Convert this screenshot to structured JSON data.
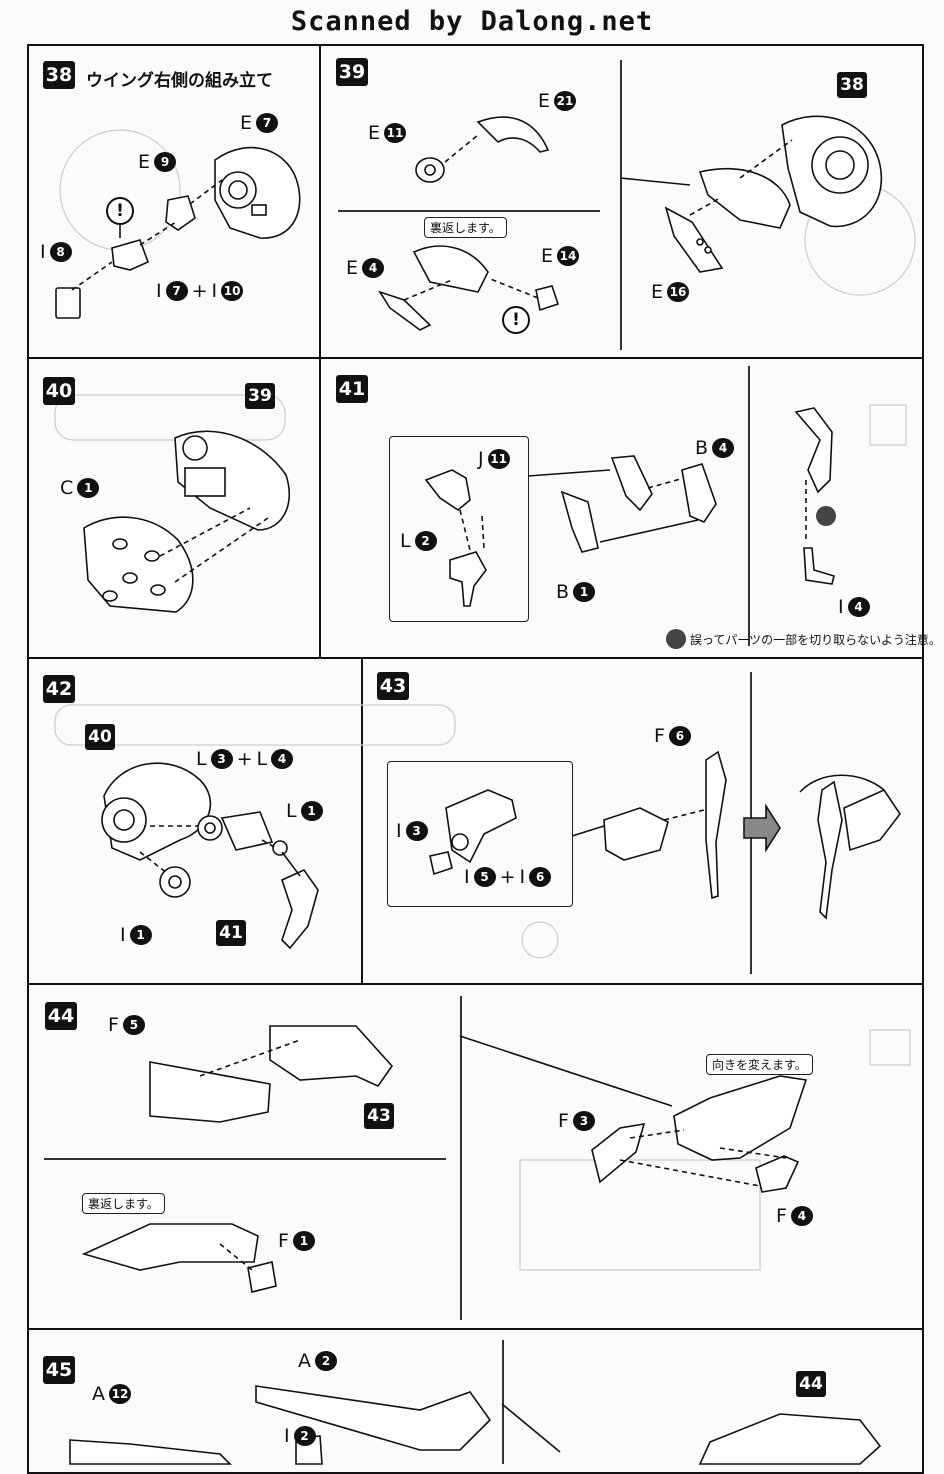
{
  "header": {
    "title": "Scanned by Dalong.net"
  },
  "steps": {
    "s38": {
      "num": "38",
      "title": "ウイング右側の組み立て",
      "labels": {
        "e7": "E",
        "e7n": "7",
        "e9": "E",
        "e9n": "9",
        "i8": "I",
        "i8n": "8",
        "i7": "I",
        "i7n": "7",
        "plus": "+",
        "i10": "I",
        "i10n": "10"
      }
    },
    "s39": {
      "num": "39",
      "ref38": "38",
      "note": "裏返します。",
      "labels": {
        "e11": "E",
        "e11n": "11",
        "e21": "E",
        "e21n": "21",
        "e4": "E",
        "e4n": "4",
        "e14": "E",
        "e14n": "14",
        "e16": "E",
        "e16n": "16"
      }
    },
    "s40": {
      "num": "40",
      "ref39": "39",
      "labels": {
        "c1": "C",
        "c1n": "1"
      }
    },
    "s41": {
      "num": "41",
      "labels": {
        "j11": "J",
        "j11n": "11",
        "l2": "L",
        "l2n": "2",
        "b4": "B",
        "b4n": "4",
        "b1": "B",
        "b1n": "1",
        "i4": "I",
        "i4n": "4"
      },
      "caution": "誤ってパーツの一部を切り取らないよう注意。"
    },
    "s42": {
      "num": "42",
      "ref40": "40",
      "ref41": "41",
      "labels": {
        "l3": "L",
        "l3n": "3",
        "plus": "+",
        "l4": "L",
        "l4n": "4",
        "l1": "L",
        "l1n": "1",
        "i1": "I",
        "i1n": "1"
      }
    },
    "s43": {
      "num": "43",
      "labels": {
        "f6": "F",
        "f6n": "6",
        "i3": "I",
        "i3n": "3",
        "i5": "I",
        "i5n": "5",
        "plus": "+",
        "i6": "I",
        "i6n": "6"
      }
    },
    "s44": {
      "num": "44",
      "ref43": "43",
      "note_flip": "裏返します。",
      "note_turn": "向きを変えます。",
      "labels": {
        "f5": "F",
        "f5n": "5",
        "f1": "F",
        "f1n": "1",
        "f3": "F",
        "f3n": "3",
        "f4": "F",
        "f4n": "4"
      }
    },
    "s45": {
      "num": "45",
      "ref44": "44",
      "labels": {
        "a12": "A",
        "a12n": "12",
        "a2": "A",
        "a2n": "2",
        "i2": "I",
        "i2n": "2"
      }
    }
  },
  "icons": {
    "warning": "!",
    "caution_icon": "scissors-caution-icon",
    "arrow": "right-arrow-icon"
  }
}
